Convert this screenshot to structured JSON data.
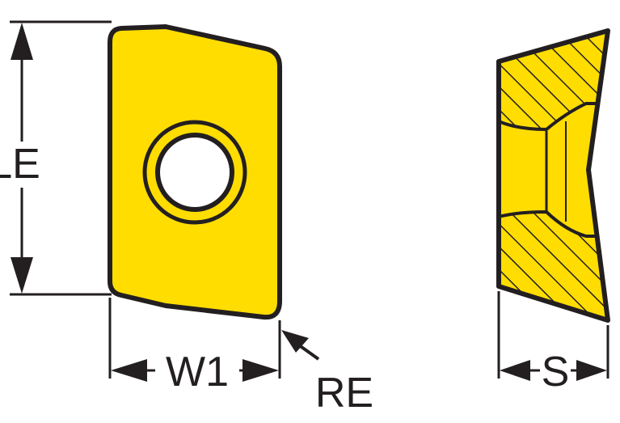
{
  "diagram": {
    "labels": {
      "length": "LE",
      "width": "W1",
      "corner_radius": "RE",
      "thickness": "S"
    },
    "colors": {
      "insert_fill": "#ffdd00",
      "outline": "#231f20",
      "background": "#ffffff"
    }
  }
}
